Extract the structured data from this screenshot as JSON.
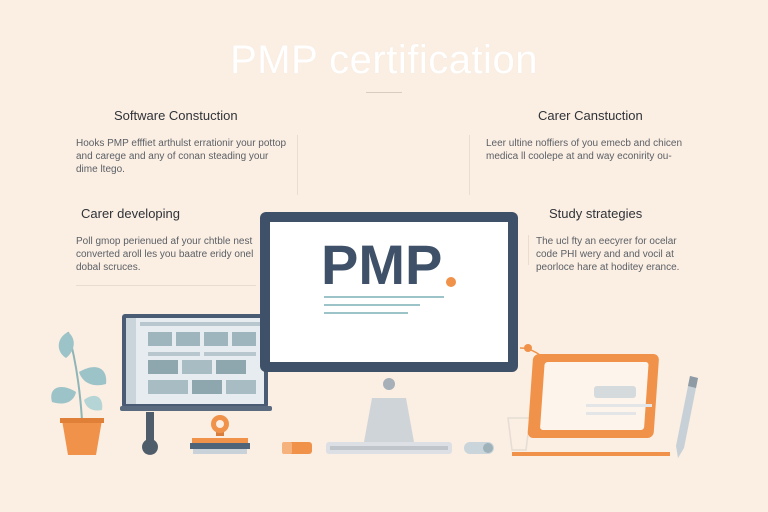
{
  "title": "PMP certification",
  "sections": [
    {
      "heading": "Software Constuction",
      "body": "Hooks PMP efffiet arthulst errationir your pottop and carege and any of conan steading your dime ltego."
    },
    {
      "heading": "Carer Canstuction",
      "body": "Leer ultine noffiers of you emecb and chicen medica ll coolepe at and way econirity ou-"
    },
    {
      "heading": "Carer developing",
      "body": "Poll gmop perienued af your chtble nest converted aroll les you baatre eridy onel dobal scruces."
    },
    {
      "heading": "Study strategies",
      "body": "The ucl fty an eecyrer for ocelar code PHI wery and and vocil at peorloce hare at hoditey erance."
    }
  ],
  "monitor_logo": "PMP",
  "colors": {
    "background": "#fbeee3",
    "navy": "#3f5168",
    "orange": "#f0924a",
    "teal": "#9cc3c8"
  }
}
